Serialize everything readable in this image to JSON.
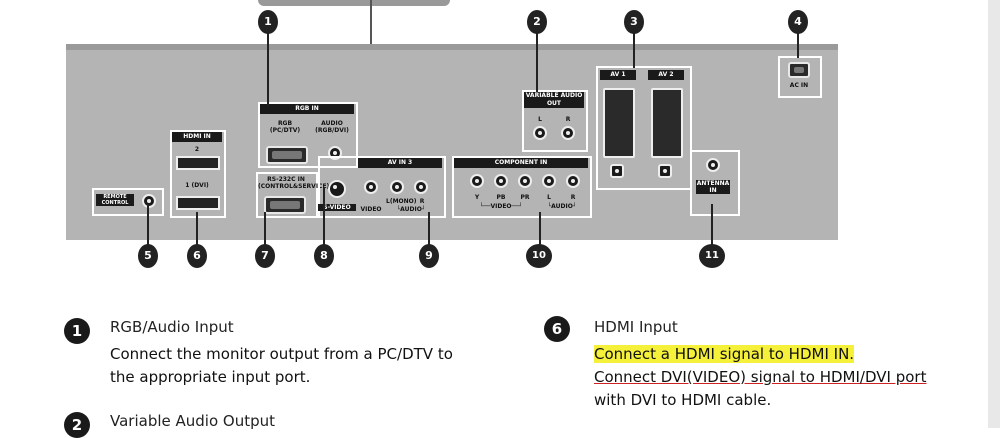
{
  "panel": {
    "rgb_in_header": "RGB IN",
    "rgb_label": "RGB (PC/DTV)",
    "audio_label": "AUDIO (RGB/DVI)",
    "hdmi_in_header": "HDMI IN",
    "hdmi_2_label": "2",
    "hdmi_1_label": "1 (DVI)",
    "rs232_label": "RS-232C IN (CONTROL&SERVICE)",
    "av_in3_header": "AV IN 3",
    "svideo_label": "S-VIDEO",
    "video_label": "VIDEO",
    "lmono_label": "L(MONO)",
    "r_label_av3": "R",
    "audio_bracket_av3": "└AUDIO┘",
    "component_header": "COMPONENT IN",
    "comp_y": "Y",
    "comp_pb": "PB",
    "comp_pr": "PR",
    "comp_l": "L",
    "comp_r": "R",
    "comp_video_bracket": "└──VIDEO──┘",
    "comp_audio_bracket": "└AUDIO┘",
    "variable_audio_header": "VARIABLE AUDIO OUT",
    "var_l": "L",
    "var_r": "R",
    "av1_header": "AV 1",
    "av2_header": "AV 2",
    "antenna_header": "ANTENNA IN",
    "ac_in_label": "AC IN",
    "remote_label": "REMOTE CONTROL"
  },
  "callouts": [
    "1",
    "2",
    "3",
    "4",
    "5",
    "6",
    "7",
    "8",
    "9",
    "10",
    "11"
  ],
  "items": [
    {
      "number": "1",
      "title": "RGB/Audio Input",
      "desc_line1": "Connect the monitor output from a PC/DTV to",
      "desc_line2": "the appropriate input port."
    },
    {
      "number": "2",
      "title": "Variable Audio Output"
    },
    {
      "number": "6",
      "title": "HDMI Input",
      "desc_line1": "Connect a HDMI signal to HDMI IN.",
      "desc_line2": "Connect DVI(VIDEO) signal to HDMI/DVI port",
      "desc_line3": "with DVI to HDMI cable."
    }
  ],
  "colors": {
    "highlight": "#f5f03a",
    "underline": "#cc2222",
    "panel": "#b4b4b4",
    "label_bg": "#1a1a1a"
  }
}
